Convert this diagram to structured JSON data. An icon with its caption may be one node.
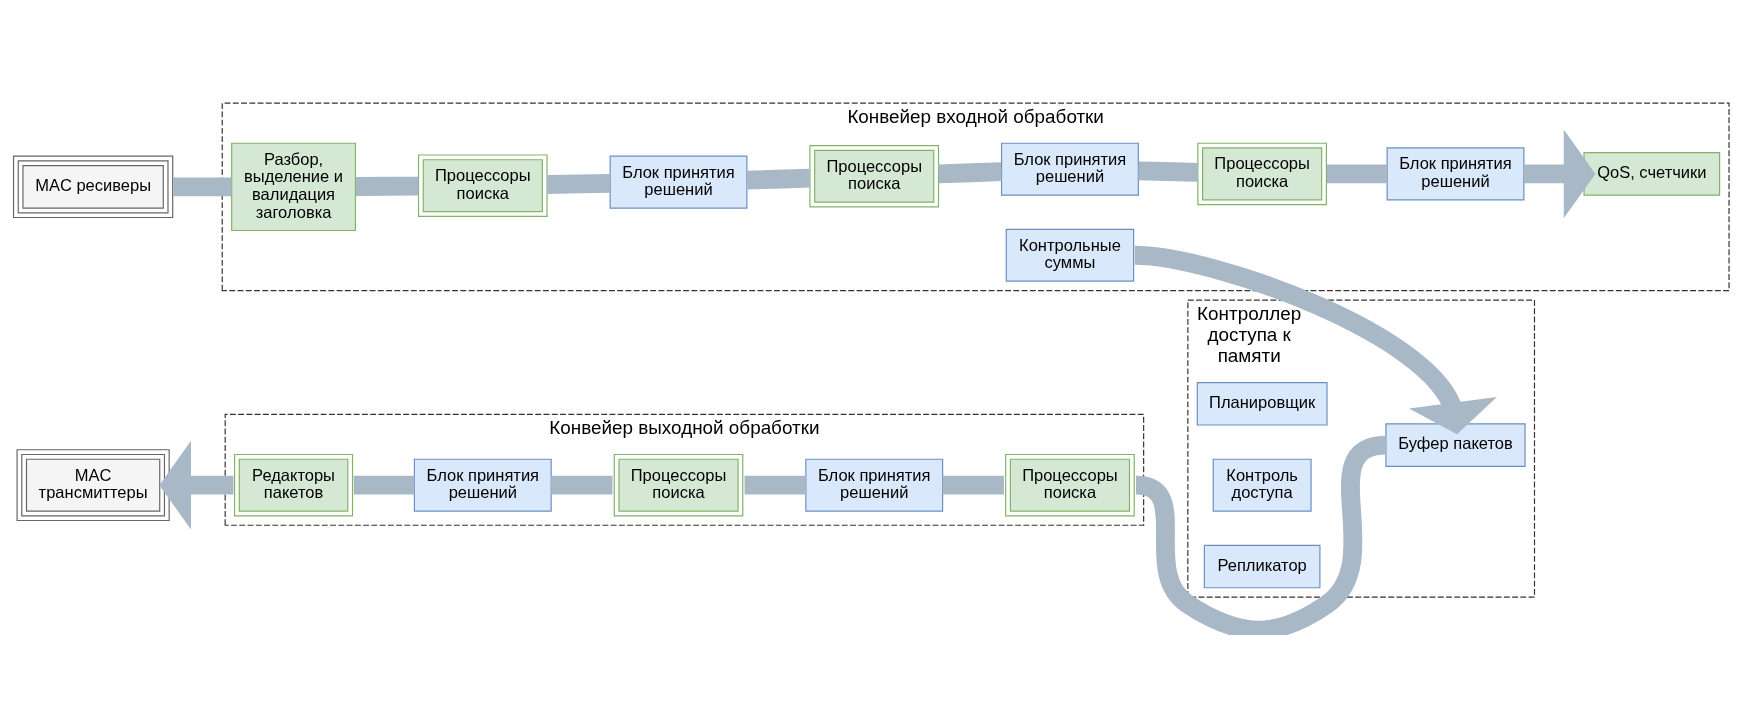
{
  "diagram": {
    "nodes": [
      {
        "text": [
          "MAC ресиверы"
        ]
      },
      {
        "text": [
          "Конвейер входной обработки"
        ]
      },
      {
        "text": [
          "Разбор, выделение и валидация заголовка"
        ],
        "in": 1
      },
      {
        "text": [
          "Процессоры поиска"
        ],
        "in": 1
      },
      {
        "text": [
          "Блок принятия решений"
        ],
        "in": 1
      },
      {
        "text": [
          "Процессоры поиска"
        ],
        "in": 1
      },
      {
        "text": [
          "Блок принятия решений"
        ],
        "in": 1
      },
      {
        "text": [
          "Процессоры поиска"
        ],
        "in": 1
      },
      {
        "text": [
          "Блок принятия решений"
        ],
        "in": 1
      },
      {
        "text": [
          "QoS, счетчики"
        ],
        "in": 1
      },
      {
        "text": [
          "Контрольные суммы"
        ],
        "in": 1
      },
      {
        "text": [
          "MAC трансмиттеры"
        ]
      },
      {
        "text": [
          "Конвейер выходной обработки"
        ]
      },
      {
        "text": [
          "Редакторы пакетов"
        ],
        "in": 12
      },
      {
        "text": [
          "Блок принятия решений"
        ],
        "in": 12
      },
      {
        "text": [
          "Процессоры поиска"
        ],
        "in": 12
      },
      {
        "text": [
          "Блок принятия решений"
        ],
        "in": 12
      },
      {
        "text": [
          "Процессоры поиска"
        ],
        "in": 12
      },
      {
        "text": [
          "Контроллер доступа к памяти"
        ]
      },
      {
        "text": [
          "Планировщик"
        ],
        "in": 18
      },
      {
        "text": [
          "Контроль доступа"
        ],
        "in": 18
      },
      {
        "text": [
          "Репликатор"
        ],
        "in": 18
      },
      {
        "text": [
          "Буфер пакетов"
        ],
        "in": 18
      }
    ],
    "edges": [
      {
        "from": 0,
        "to": 2,
        "arrow": "none"
      },
      {
        "from": 2,
        "to": 3,
        "arrow": "none"
      },
      {
        "from": 3,
        "to": 4,
        "arrow": "none"
      },
      {
        "from": 4,
        "to": 5,
        "arrow": "none"
      },
      {
        "from": 5,
        "to": 6,
        "arrow": "none"
      },
      {
        "from": 6,
        "to": 7,
        "arrow": "none"
      },
      {
        "from": 7,
        "to": 8,
        "arrow": "none"
      },
      {
        "from": 8,
        "to": 9,
        "arrow": "to"
      },
      {
        "from": 10,
        "to": 22,
        "arrow": "to"
      },
      {
        "from": 22,
        "to": 17,
        "arrow": "none"
      },
      {
        "from": 17,
        "to": 16,
        "arrow": "none"
      },
      {
        "from": 16,
        "to": 15,
        "arrow": "none"
      },
      {
        "from": 15,
        "to": 14,
        "arrow": "none"
      },
      {
        "from": 14,
        "to": 13,
        "arrow": "none"
      },
      {
        "from": 13,
        "to": 11,
        "arrow": "to"
      }
    ]
  }
}
